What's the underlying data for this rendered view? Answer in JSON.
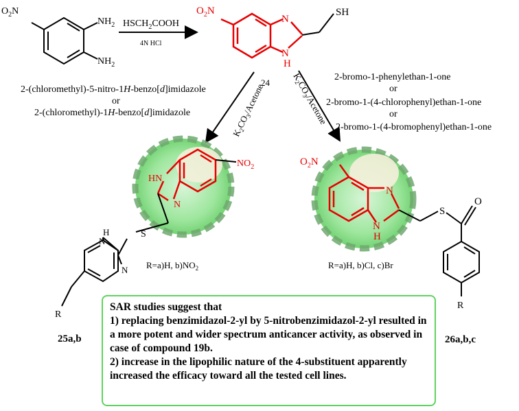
{
  "reagents": {
    "step1_reagent": "HSCH",
    "step1_reagent_sub": "2",
    "step1_reagent_tail": "COOH",
    "step1_condition": "4N HCl",
    "k2co3_left": "K",
    "k2co3_left_sub": "2",
    "k2co3_left_mid": "CO",
    "k2co3_left_sub2": "3",
    "k2co3_left_tail": "/Acetone",
    "ref_number": "24",
    "k2co3_right": "K",
    "k2co3_right_sub": "2",
    "k2co3_right_mid": "CO",
    "k2co3_right_sub2": "3",
    "k2co3_right_tail": "/Acetone"
  },
  "left_reagents": {
    "line1": "2-(chloromethyl)-5-nitro-1",
    "line1_it": "H",
    "line1_mid": "-benzo[",
    "line1_it2": "d",
    "line1_tail": "]imidazole",
    "or": "or",
    "line2": "2-(chloromethyl)-1",
    "line2_it": "H",
    "line2_mid": "-benzo[",
    "line2_it2": "d",
    "line2_tail": "]imidazole"
  },
  "right_reagents": {
    "line1": "2-bromo-1-phenylethan-1-one",
    "or1": "or",
    "line2": "2-bromo-1-(4-chlorophenyl)ethan-1-one",
    "or2": "or",
    "line3": "2-bromo-1-(4-bromophenyl)ethan-1-one"
  },
  "atoms": {
    "o2n": "O",
    "o2n_sub": "2",
    "o2n_tail": "N",
    "nh2": "NH",
    "nh2_sub": "2",
    "n": "N",
    "h": "H",
    "sh": "SH",
    "hn": "HN",
    "no2": "NO",
    "no2_sub": "2",
    "s": "S",
    "o": "O",
    "r": "R",
    "nh": "N",
    "nh_h": "H"
  },
  "compounds": {
    "left_label": "25a,b",
    "right_label": "26a,b,c",
    "left_r": "R=a)H, b)NO",
    "left_r_sub": "2",
    "right_r": "R=a)H, b)Cl, c)Br"
  },
  "sar": {
    "heading": "SAR studies suggest that",
    "point1": "1) replacing benzimidazol-2-yl by 5-nitrobenzimidazol-2-yl resulted in a more potent and wider spectrum anticancer activity, as observed in case of compound 19b.",
    "point2": "2) increase in the lipophilic nature of the 4-substituent apparently increased the efficacy toward all the tested cell lines."
  },
  "colors": {
    "highlight": "#e60000",
    "sphere": "#90e090",
    "box_border": "#5fd35f"
  }
}
